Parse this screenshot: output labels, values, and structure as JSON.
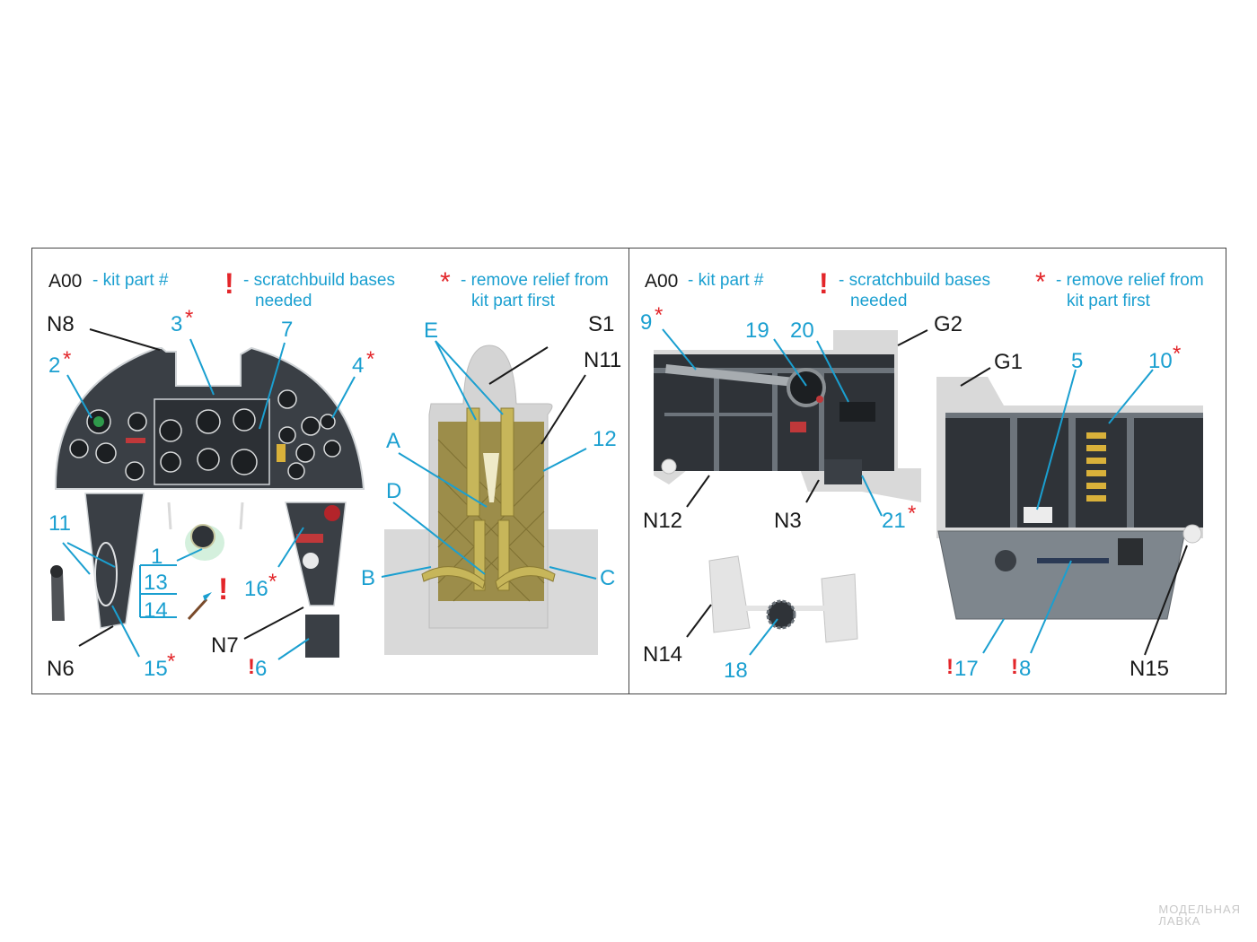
{
  "legend_left": {
    "code": "A00",
    "code_desc": "- kit part #",
    "excl": "!",
    "excl_desc_1": "- scratchbuild bases",
    "excl_desc_2": "needed",
    "star": "*",
    "star_desc_1": "- remove relief from",
    "star_desc_2": "kit part first"
  },
  "legend_right": {
    "code": "A00",
    "code_desc": "- kit part #",
    "excl": "!",
    "excl_desc_1": "- scratchbuild bases",
    "excl_desc_2": "needed",
    "star": "*",
    "star_desc_1": "- remove relief from",
    "star_desc_2": "kit part first"
  },
  "left_labels": {
    "n8": "N8",
    "p3": "3",
    "p7": "7",
    "p2": "2",
    "p4": "4",
    "p11": "11",
    "p1": "1",
    "p13": "13",
    "p14": "14",
    "p16": "16",
    "n6": "N6",
    "p15": "15",
    "n7": "N7",
    "p6": "6"
  },
  "seat_labels": {
    "e": "E",
    "s1": "S1",
    "n11": "N11",
    "a": "A",
    "p12": "12",
    "d": "D",
    "b": "B",
    "c": "C"
  },
  "right_labels": {
    "p9": "9",
    "p19": "19",
    "p20": "20",
    "g2": "G2",
    "g1": "G1",
    "p5": "5",
    "p10": "10",
    "n12": "N12",
    "n3": "N3",
    "p21": "21",
    "n14": "N14",
    "p18": "18",
    "p17": "17",
    "p8": "8",
    "n15": "N15"
  },
  "watermark": {
    "line1": "МОДЕЛЬНАЯ",
    "line2": "ЛАВКА"
  },
  "colors": {
    "label_blue": "#1a9fd0",
    "mark_red": "#e3262a",
    "panel_dark": "#2f3338",
    "resin_grey": "#d9d9d9",
    "harness": "#b7a850"
  }
}
